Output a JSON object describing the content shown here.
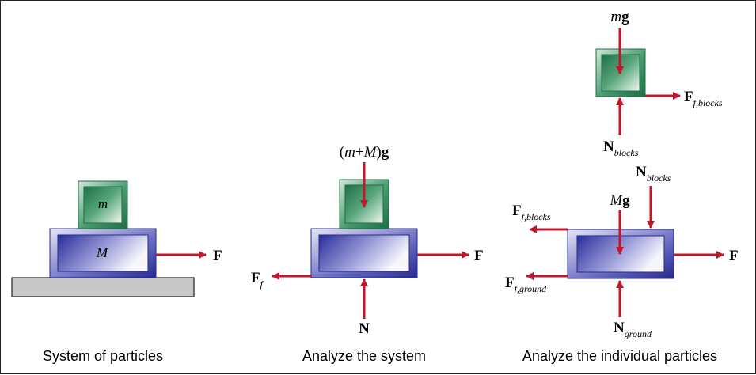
{
  "captions": {
    "system_of_particles": "System of particles",
    "analyze_system": "Analyze the system",
    "analyze_individual": "Analyze the individual particles"
  },
  "blocks": {
    "small_mass": "m",
    "large_mass": "M"
  },
  "labels": {
    "F": "F",
    "total_weight_open": "(",
    "total_weight_m": "m",
    "total_weight_plus": "+",
    "total_weight_M": "M",
    "total_weight_close": ")",
    "total_weight_g": "g",
    "friction_main": "F",
    "friction_sub": "f",
    "normal": "N",
    "small_weight_m": "m",
    "small_weight_g": "g",
    "friction_blocks_main": "F",
    "friction_blocks_sub": "f,blocks",
    "normal_blocks_main": "N",
    "normal_blocks_sub": "blocks",
    "large_weight_M": "M",
    "large_weight_g": "g",
    "friction_ground_main": "F",
    "friction_ground_sub": "f,ground",
    "normal_ground_main": "N",
    "normal_ground_sub": "ground"
  },
  "colors": {
    "arrow": "#c0182a",
    "green_dark": "#1e6e47",
    "green_light": "#eaf6ee",
    "blue_dark": "#262a8e",
    "blue_light": "#f0f0fa",
    "ground": "#c8c8c8"
  }
}
